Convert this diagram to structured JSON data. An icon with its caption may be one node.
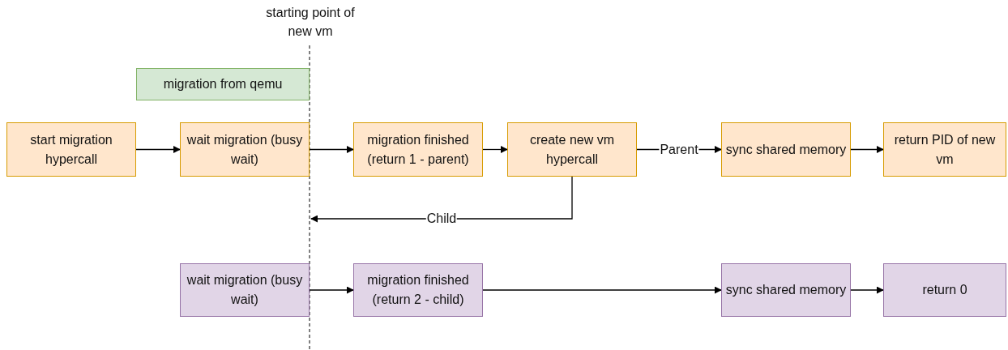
{
  "diagram": {
    "nodes": [
      {
        "text": [
          "start migration hypercall"
        ]
      },
      {
        "text": [
          "wait migration (busy wait)"
        ]
      },
      {
        "text": [
          "migration finished (return 1 - parent)"
        ]
      },
      {
        "text": [
          "create new vm hypercall"
        ]
      },
      {
        "text": [
          "sync shared memory"
        ]
      },
      {
        "text": [
          "return PID of new vm"
        ]
      },
      {
        "text": [
          "migration from qemu"
        ]
      },
      {
        "text": [
          "wait migration (busy wait)"
        ]
      },
      {
        "text": [
          "migration finished (return 2 - child)"
        ]
      },
      {
        "text": [
          "sync shared memory"
        ]
      },
      {
        "text": [
          "return 0"
        ]
      }
    ],
    "edges": [
      {
        "from": 0,
        "to": 1,
        "arrow": "to"
      },
      {
        "from": 1,
        "to": 2,
        "arrow": "to"
      },
      {
        "from": 2,
        "to": 3,
        "arrow": "to"
      },
      {
        "from": 3,
        "to": 4,
        "arrow": "to",
        "label": "Parent"
      },
      {
        "from": 4,
        "to": 5,
        "arrow": "to"
      },
      {
        "from": 3,
        "to": null,
        "arrow": "to",
        "label": "Child"
      },
      {
        "from": 7,
        "to": 8,
        "arrow": "to"
      },
      {
        "from": 8,
        "to": 9,
        "arrow": "to"
      },
      {
        "from": 9,
        "to": 10,
        "arrow": "to"
      }
    ],
    "labels": [
      "starting point of new vm"
    ]
  }
}
